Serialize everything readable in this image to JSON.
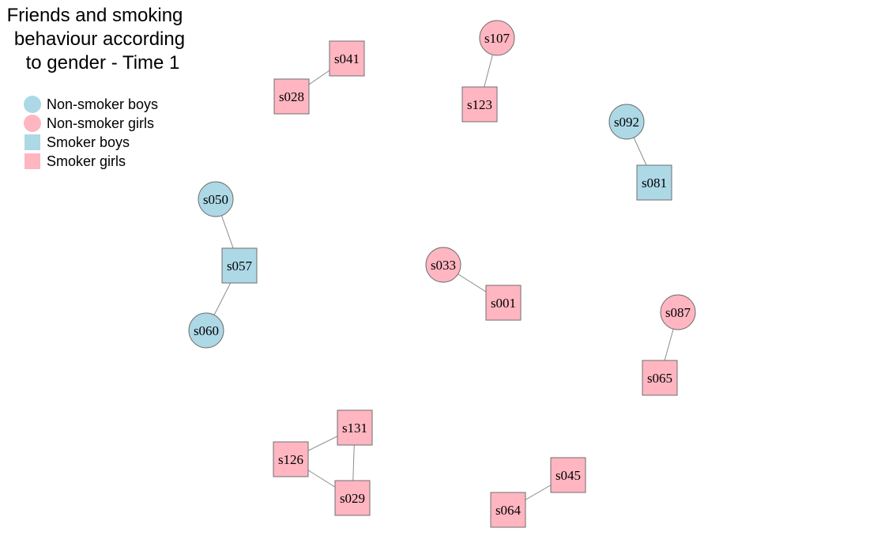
{
  "title": [
    "Friends and smoking",
    "behaviour according",
    "to gender - Time 1"
  ],
  "legend": [
    {
      "label": "Non-smoker boys",
      "shape": "circle",
      "color": "#add8e6"
    },
    {
      "label": "Non-smoker girls",
      "shape": "circle",
      "color": "#ffb6c1"
    },
    {
      "label": "Smoker boys",
      "shape": "square",
      "color": "#add8e6"
    },
    {
      "label": "Smoker girls",
      "shape": "square",
      "color": "#ffb6c1"
    }
  ],
  "nodes": [
    {
      "id": "s041",
      "group": "Smoker girls"
    },
    {
      "id": "s028",
      "group": "Smoker girls"
    },
    {
      "id": "s107",
      "group": "Non-smoker girls"
    },
    {
      "id": "s123",
      "group": "Smoker girls"
    },
    {
      "id": "s092",
      "group": "Non-smoker boys"
    },
    {
      "id": "s081",
      "group": "Smoker boys"
    },
    {
      "id": "s050",
      "group": "Non-smoker boys"
    },
    {
      "id": "s057",
      "group": "Smoker boys"
    },
    {
      "id": "s060",
      "group": "Non-smoker boys"
    },
    {
      "id": "s033",
      "group": "Non-smoker girls"
    },
    {
      "id": "s001",
      "group": "Smoker girls"
    },
    {
      "id": "s087",
      "group": "Non-smoker girls"
    },
    {
      "id": "s065",
      "group": "Smoker girls"
    },
    {
      "id": "s131",
      "group": "Smoker girls"
    },
    {
      "id": "s126",
      "group": "Smoker girls"
    },
    {
      "id": "s029",
      "group": "Smoker girls"
    },
    {
      "id": "s045",
      "group": "Smoker girls"
    },
    {
      "id": "s064",
      "group": "Smoker girls"
    }
  ],
  "edges": [
    [
      "s041",
      "s028"
    ],
    [
      "s107",
      "s123"
    ],
    [
      "s092",
      "s081"
    ],
    [
      "s050",
      "s057"
    ],
    [
      "s057",
      "s060"
    ],
    [
      "s033",
      "s001"
    ],
    [
      "s087",
      "s065"
    ],
    [
      "s126",
      "s131"
    ],
    [
      "s126",
      "s029"
    ],
    [
      "s131",
      "s029"
    ],
    [
      "s045",
      "s064"
    ]
  ]
}
